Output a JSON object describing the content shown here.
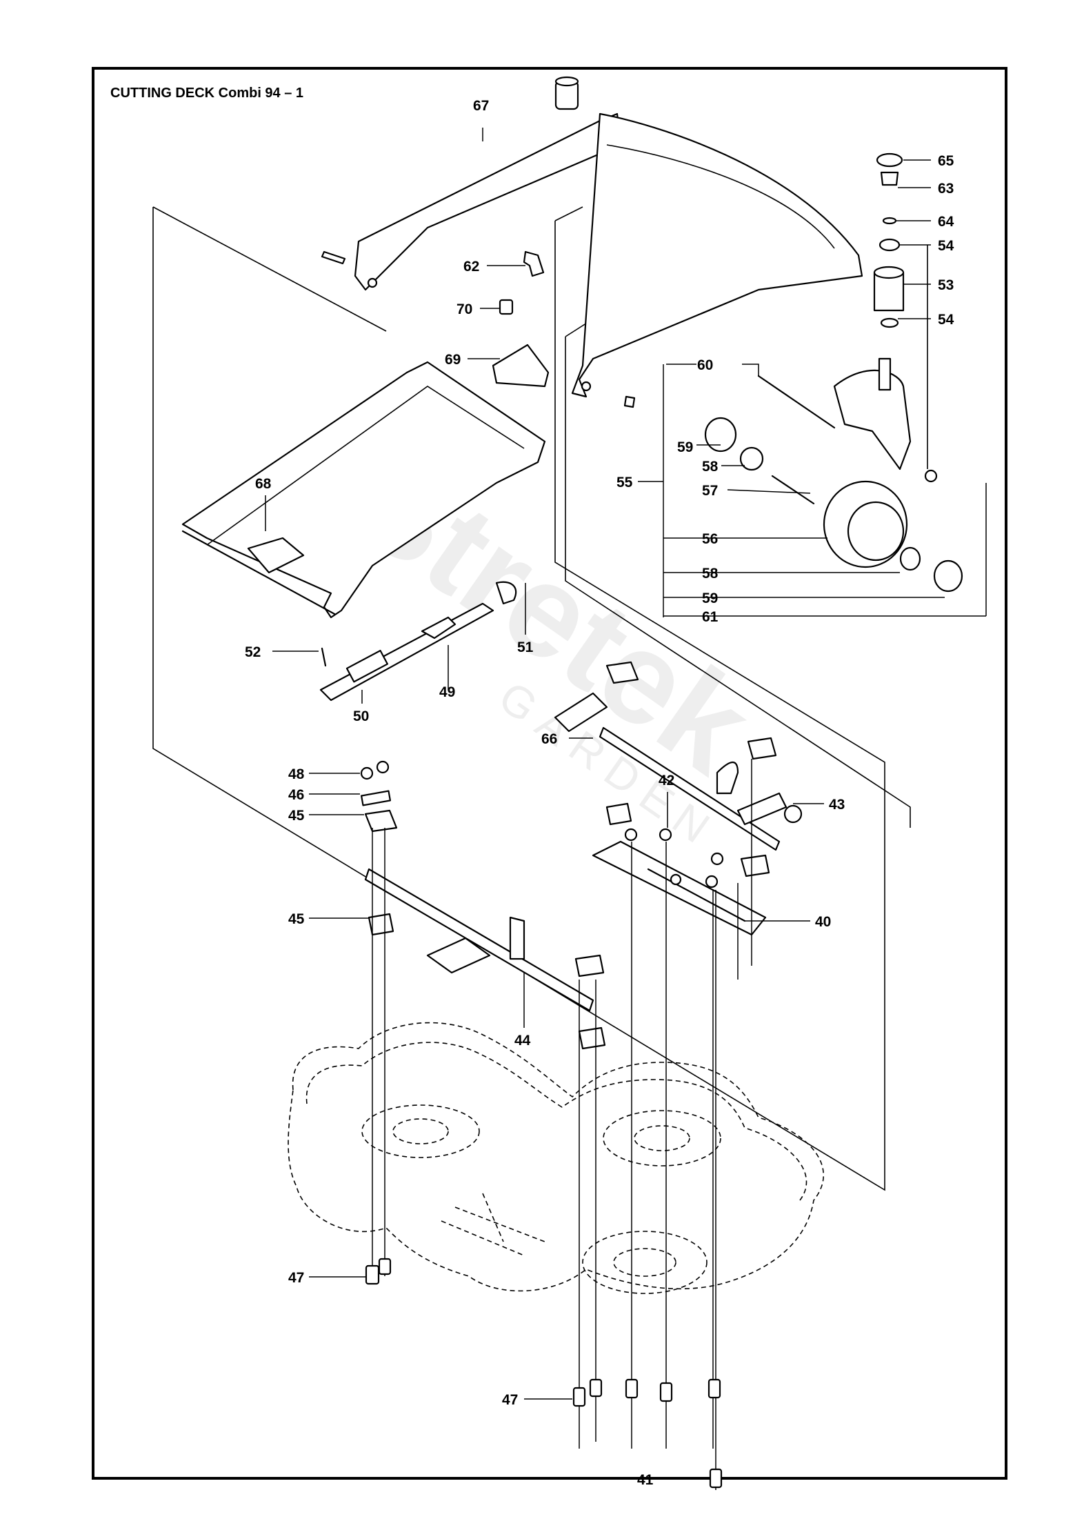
{
  "title": "CUTTING DECK Combi 94 – 1",
  "watermark": {
    "brand": "Stretek",
    "sub": "GARDEN"
  },
  "callouts": {
    "c67": "67",
    "c65": "65",
    "c63": "63",
    "c64": "64",
    "c54a": "54",
    "c53": "53",
    "c54b": "54",
    "c62": "62",
    "c70": "70",
    "c69": "69",
    "c60": "60",
    "c59a": "59",
    "c58a": "58",
    "c55": "55",
    "c57": "57",
    "c56": "56",
    "c58b": "58",
    "c59b": "59",
    "c61": "61",
    "c68": "68",
    "c52": "52",
    "c51": "51",
    "c49": "49",
    "c50": "50",
    "c66": "66",
    "c42": "42",
    "c43": "43",
    "c48": "48",
    "c46": "46",
    "c45a": "45",
    "c45b": "45",
    "c40": "40",
    "c44": "44",
    "c47a": "47",
    "c47b": "47",
    "c41": "41"
  },
  "colors": {
    "line": "#000000",
    "background": "#ffffff",
    "watermark": "#eeeeee"
  }
}
